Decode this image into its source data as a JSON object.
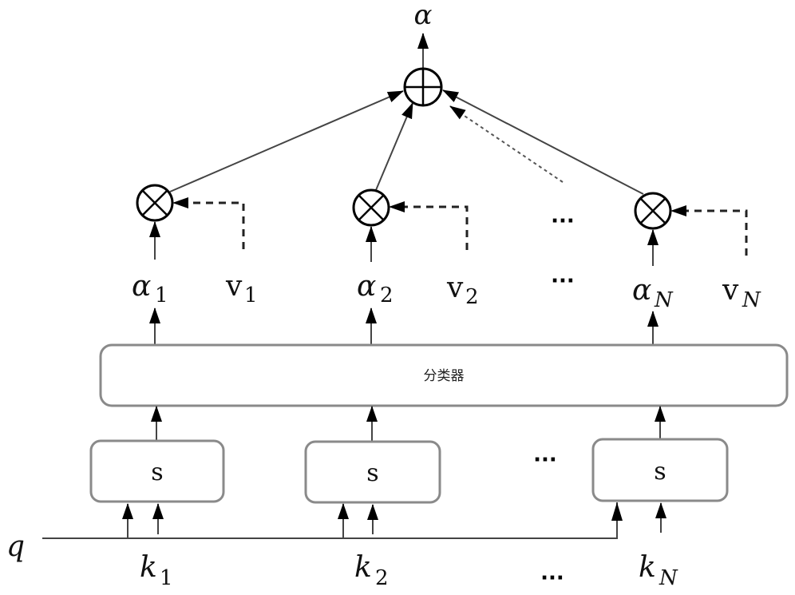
{
  "output_label": "α",
  "sum_node": {
    "symbol": "⊕",
    "semantic": "sum-node-icon"
  },
  "branches": [
    {
      "weight_label": "α",
      "weight_sub": "1",
      "value_label": "v",
      "value_sub": "1",
      "key_label": "k",
      "key_sub": "1",
      "score_label": "s"
    },
    {
      "weight_label": "α",
      "weight_sub": "2",
      "value_label": "v",
      "value_sub": "2",
      "key_label": "k",
      "key_sub": "2",
      "score_label": "s"
    },
    {
      "weight_label": "α",
      "weight_sub": "N",
      "value_label": "v",
      "value_sub": "N",
      "key_label": "k",
      "key_sub": "N",
      "score_label": "s"
    }
  ],
  "classifier_label": "分类器",
  "query_label": "q",
  "ellipsis": "···"
}
